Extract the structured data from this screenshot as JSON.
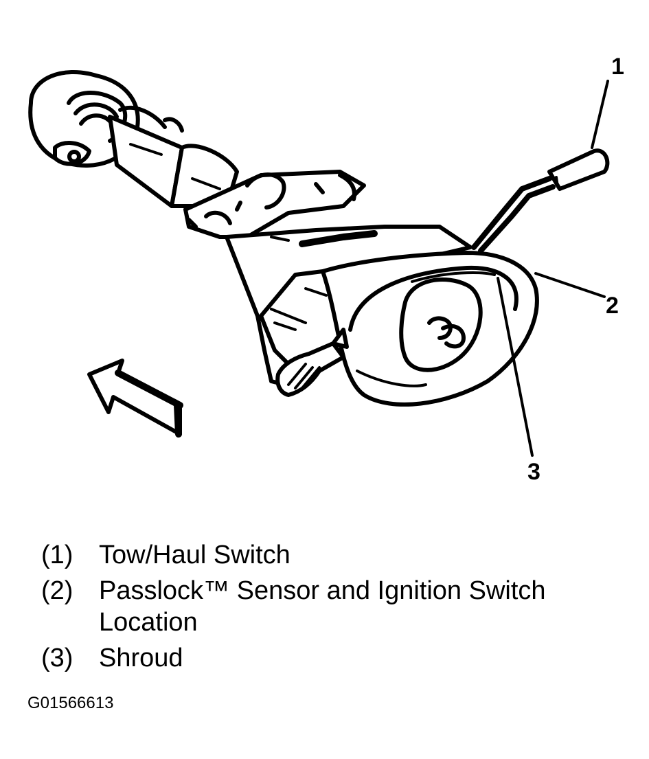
{
  "callouts": [
    "1",
    "2",
    "3"
  ],
  "legend": [
    {
      "num": "(1)",
      "text": "Tow/Haul Switch"
    },
    {
      "num": "(2)",
      "text": "Passlock™ Sensor and Ignition Switch Location"
    },
    {
      "num": "(3)",
      "text": "Shroud"
    }
  ],
  "figure_id": "G01566613"
}
